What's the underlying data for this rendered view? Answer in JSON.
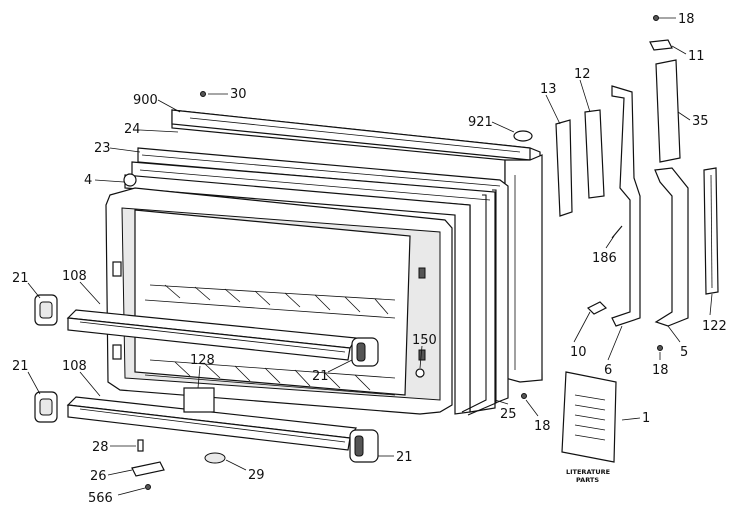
{
  "labels": {
    "p900": "900",
    "p30": "30",
    "p24": "24",
    "p23": "23",
    "p4": "4",
    "p21a": "21",
    "p108a": "108",
    "p21b": "21",
    "p108b": "108",
    "p28": "28",
    "p26": "26",
    "p566": "566",
    "p29": "29",
    "p128": "128",
    "p150": "150",
    "p21c": "21",
    "p21d": "21",
    "p921": "921",
    "p13": "13",
    "p12": "12",
    "p18a": "18",
    "p11": "11",
    "p35": "35",
    "p186": "186",
    "p10": "10",
    "p6": "6",
    "p5": "5",
    "p122": "122",
    "p18b": "18",
    "p25": "25",
    "p18c": "18",
    "p1": "1"
  },
  "literature": {
    "line1": "LITERATURE",
    "line2": "PARTS"
  }
}
